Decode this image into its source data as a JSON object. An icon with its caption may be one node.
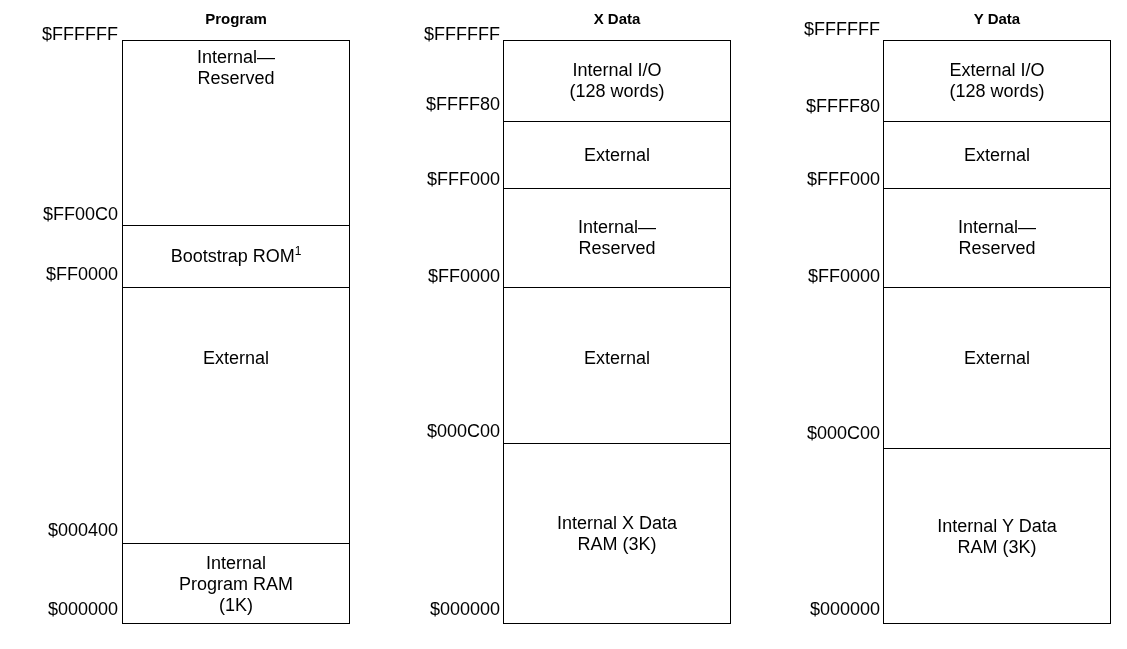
{
  "diagram": {
    "nodes": [
      {
        "text": [
          "Program"
        ]
      },
      {
        "text": [
          "Internal— Reserved"
        ],
        "in": 0
      },
      {
        "text": [
          "Bootstrap ROM$^{1}$"
        ],
        "in": 0
      },
      {
        "text": [
          "External"
        ],
        "in": 0
      },
      {
        "text": [
          "Internal Program RAM (1K)"
        ],
        "in": 0
      },
      {
        "text": [
          "X Data"
        ]
      },
      {
        "text": [
          "Internal I/O (128 words)"
        ],
        "in": 5
      },
      {
        "text": [
          "External"
        ],
        "in": 5
      },
      {
        "text": [
          "Internal— Reserved"
        ],
        "in": 5
      },
      {
        "text": [
          "External"
        ],
        "in": 5
      },
      {
        "text": [
          "Internal X Data RAM (3K)"
        ],
        "in": 5
      },
      {
        "text": [
          "Y Data"
        ]
      },
      {
        "text": [
          "External I/O (128 words)"
        ],
        "in": 11
      },
      {
        "text": [
          "External"
        ],
        "in": 11
      },
      {
        "text": [
          "Internal— Reserved"
        ],
        "in": 11
      },
      {
        "text": [
          "External"
        ],
        "in": 11
      },
      {
        "text": [
          "Internal Y Data RAM (3K)"
        ],
        "in": 11
      }
    ],
    "edges": [],
    "labels": [
      "$FFFFFF",
      "$FF00C0",
      "$FF0000",
      "$000400",
      "$000000",
      "$FFFFFF",
      "$FFFF80",
      "$FFF000",
      "$FF0000",
      "$000C00",
      "$000000",
      "$FFFFFF",
      "$FFFF80",
      "$FFF000",
      "$FF0000",
      "$000C00",
      "$000000"
    ]
  }
}
